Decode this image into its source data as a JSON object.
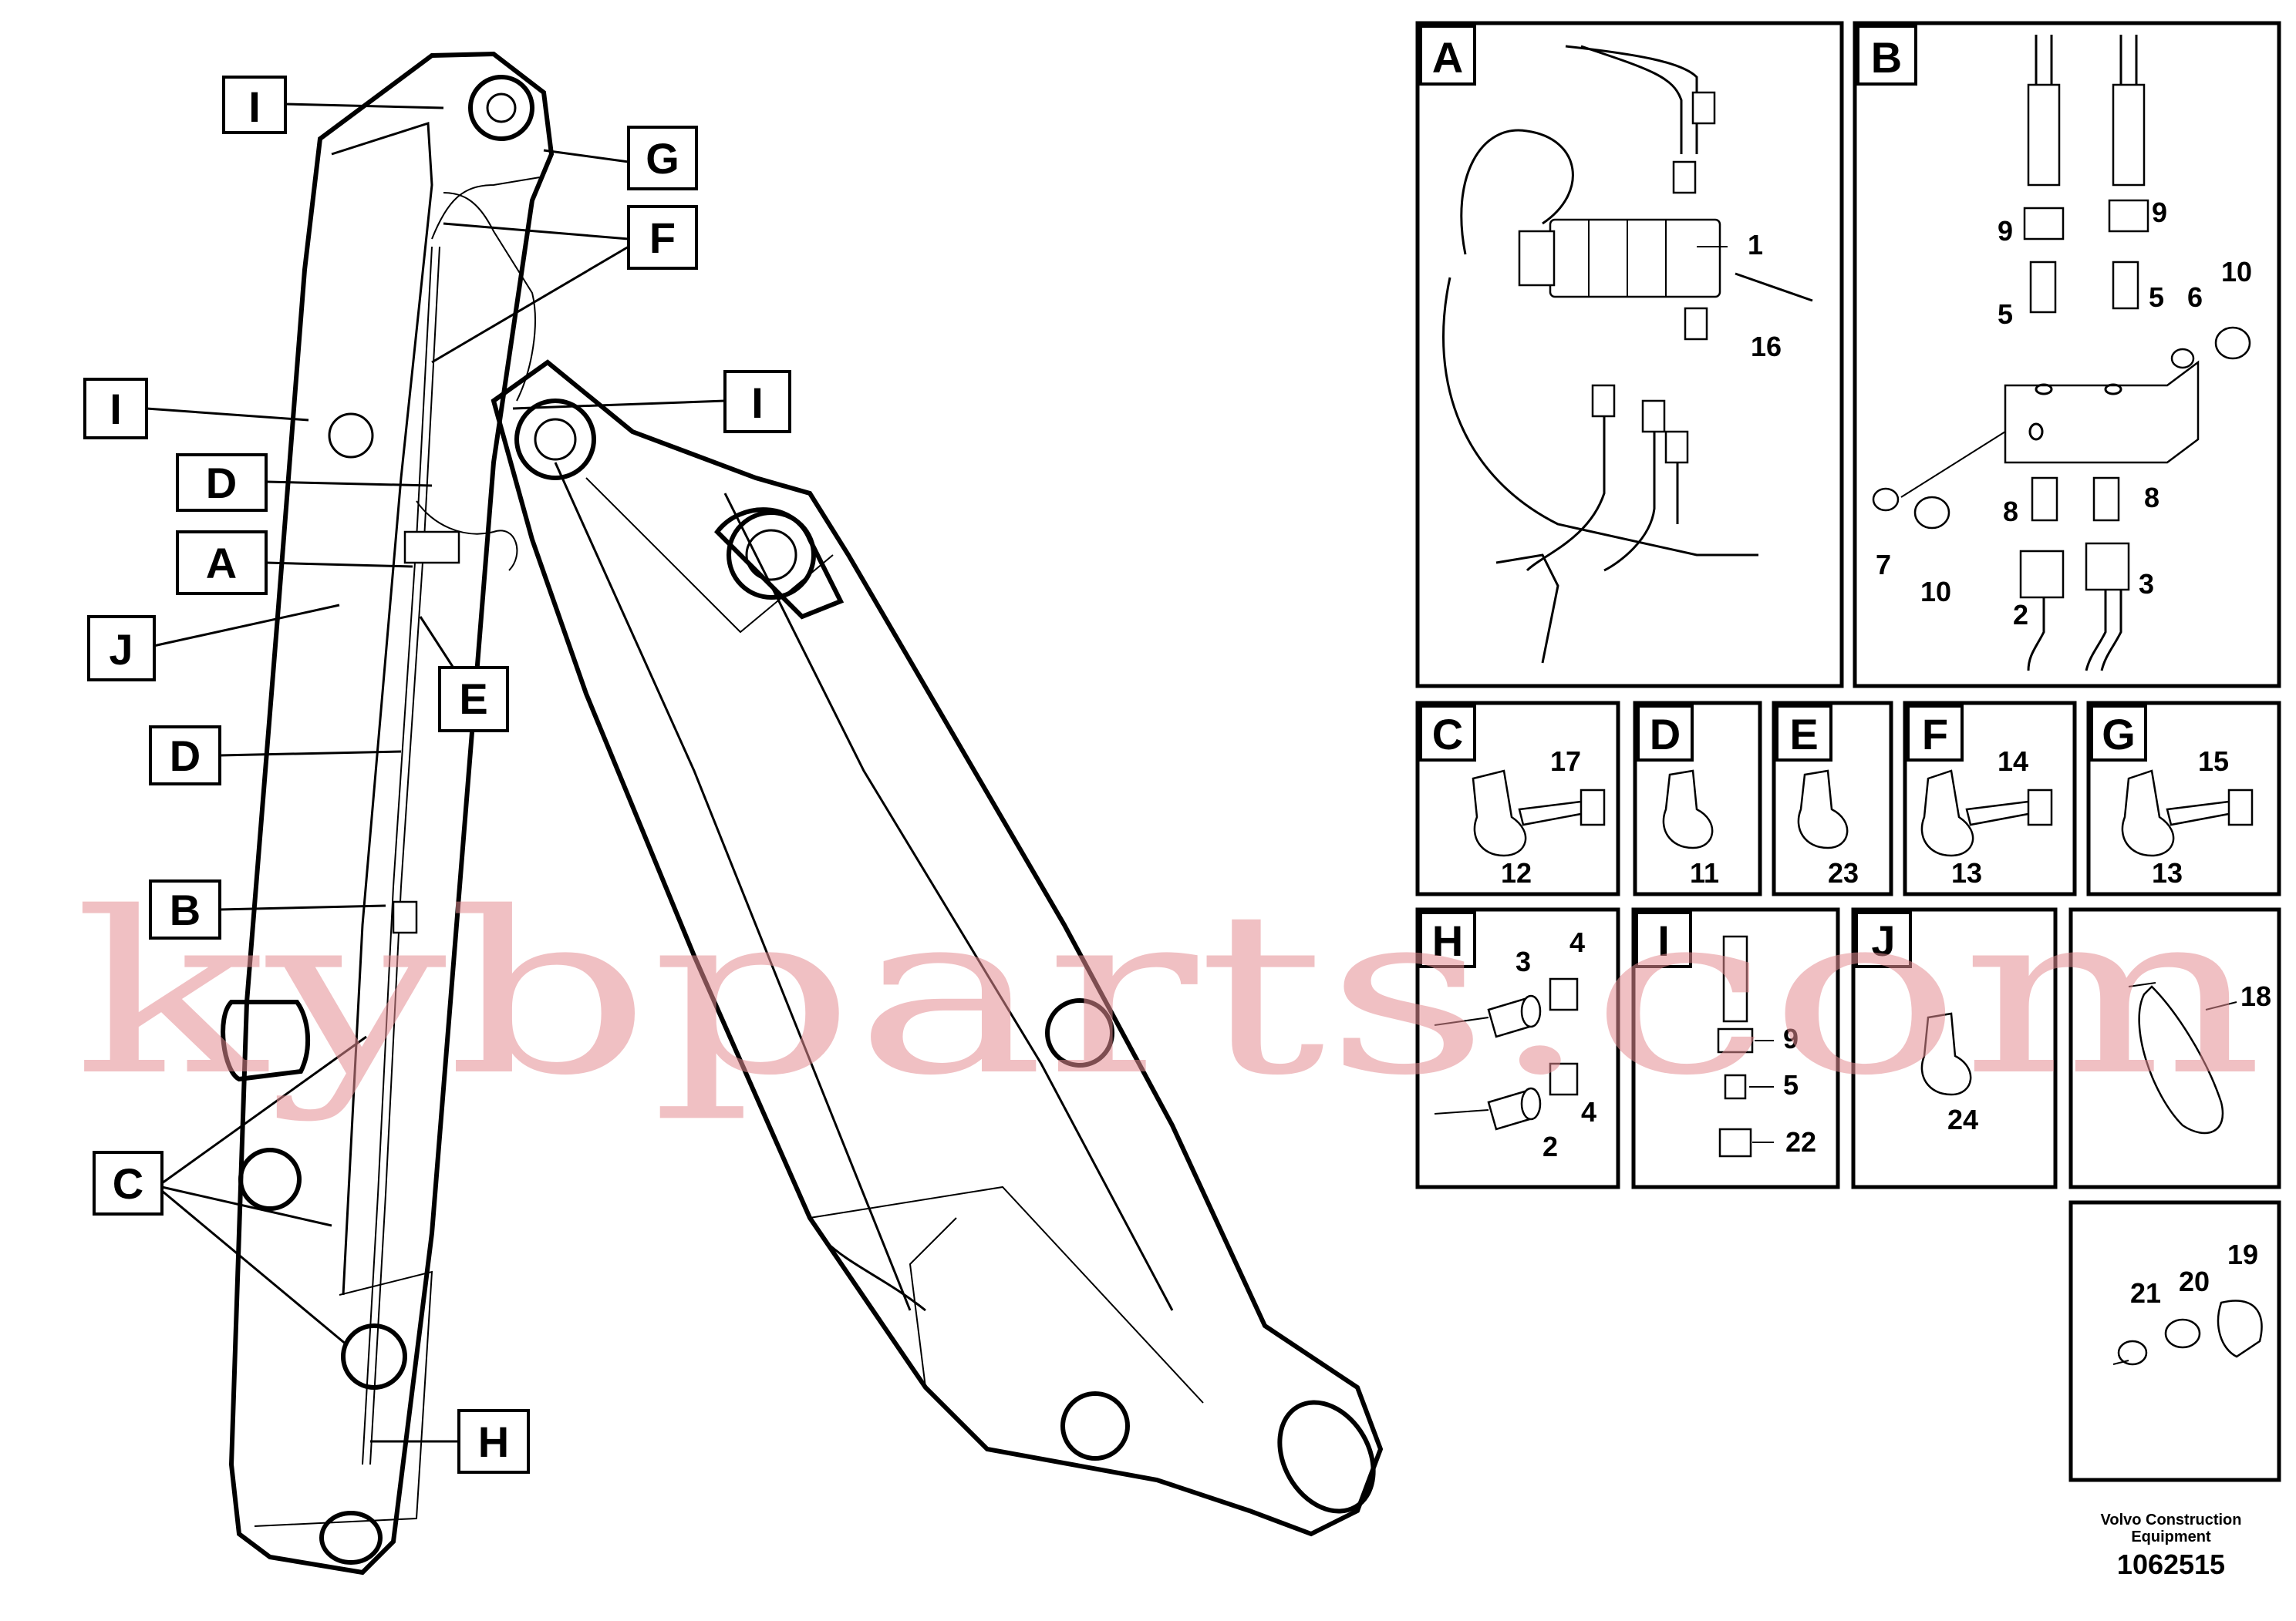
{
  "callouts": {
    "I": "I",
    "G": "G",
    "F": "F",
    "D": "D",
    "A": "A",
    "J": "J",
    "E": "E",
    "B": "B",
    "C": "C",
    "H": "H"
  },
  "panels": {
    "A": {
      "title": "A",
      "numbers": [
        "1",
        "16"
      ]
    },
    "B": {
      "title": "B",
      "numbers": [
        "9",
        "9",
        "5",
        "5",
        "6",
        "10",
        "8",
        "8",
        "7",
        "10",
        "2",
        "3"
      ]
    },
    "C": {
      "title": "C",
      "numbers": [
        "17",
        "12"
      ]
    },
    "D": {
      "title": "D",
      "numbers": [
        "11"
      ]
    },
    "E": {
      "title": "E",
      "numbers": [
        "23"
      ]
    },
    "F": {
      "title": "F",
      "numbers": [
        "14",
        "13"
      ]
    },
    "G": {
      "title": "G",
      "numbers": [
        "15",
        "13"
      ]
    },
    "H": {
      "title": "H",
      "numbers": [
        "3",
        "4",
        "2",
        "4"
      ]
    },
    "I": {
      "title": "I",
      "numbers": [
        "9",
        "5",
        "22"
      ]
    },
    "J": {
      "title": "J",
      "numbers": [
        "24"
      ]
    },
    "K": {
      "title": "",
      "numbers": [
        "18"
      ]
    },
    "L": {
      "title": "",
      "numbers": [
        "19",
        "21",
        "20"
      ]
    }
  },
  "footer": {
    "company_line1": "Volvo Construction",
    "company_line2": "Equipment",
    "code": "1062515"
  },
  "watermark": "kybparts.com",
  "colors": {
    "watermark": "#e48c91",
    "line": "#000000",
    "background": "#ffffff"
  }
}
